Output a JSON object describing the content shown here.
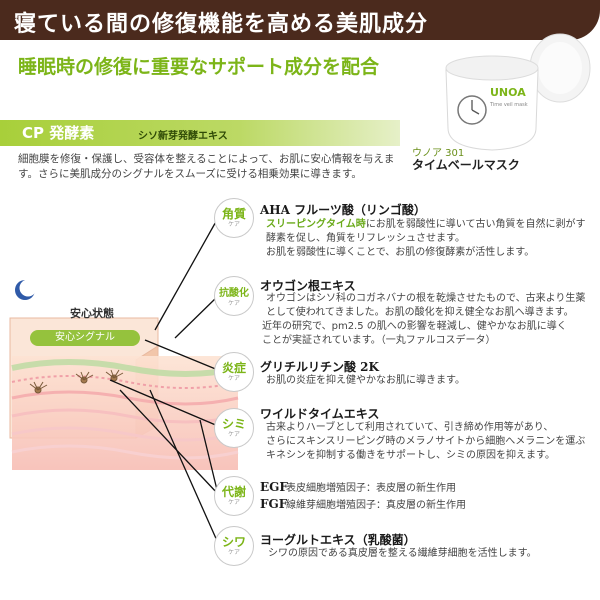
{
  "header": {
    "title": "寝ている間の修復機能を高める美肌成分"
  },
  "subtitle": "睡眠時の修復に重要なサポート成分を配合",
  "product": {
    "code": "ウノア 301",
    "name": "タイムベールマスク",
    "brand": "UNOA",
    "brand_sub": "Time veil mask"
  },
  "cp": {
    "title": "CP 発酵素",
    "subtitle": "シソ新芽発酵エキス",
    "description": "細胞膜を修復・保護し、受容体を整えることによって、お肌に安心情報を与えます。さらに美肌成分のシグナルをスムーズに受ける相乗効果に導きます。"
  },
  "diagram": {
    "state_label": "安心状態",
    "signal_label": "安心シグナル"
  },
  "care_items": [
    {
      "badge": "角質",
      "badge_sub": "ケア",
      "title": "AHA フルーツ酸（リンゴ酸）",
      "highlight": "スリーピングタイム時",
      "line1_rest": "にお肌を弱酸性に導いて古い角質を自然に剥がす",
      "line2": "酵素を促し、角質をリフレッシュさせます。",
      "line3": "お肌を弱酸性に導くことで、お肌の修復酵素が活性します。"
    },
    {
      "badge": "抗酸化",
      "badge_sub": "ケア",
      "title": "オウゴン根エキス",
      "lines": [
        "オウゴンはシソ科のコガネバナの根を乾燥させたもので、古来より生薬",
        "として使われてきました。お肌の酸化を抑え健全なお肌へ導きます。",
        "近年の研究で、pm2.5 の肌への影響を軽減し、健やかなお肌に導く",
        "ことが実証されています。（一丸ファルコスデータ）"
      ]
    },
    {
      "badge": "炎症",
      "badge_sub": "ケア",
      "title": "グリチルリチン酸 2K",
      "lines": [
        "お肌の炎症を抑え健やかなお肌に導きます。"
      ]
    },
    {
      "badge": "シミ",
      "badge_sub": "ケア",
      "title": "ワイルドタイムエキス",
      "lines": [
        "古来よりハーブとして利用されていて、引き締め作用等があり、",
        "さらにスキンスリーピング時のメラノサイトから細胞へメラニンを運ぶ",
        "キネシンを抑制する働きをサポートし、シミの原因を抑えます。"
      ]
    },
    {
      "badge": "代謝",
      "badge_sub": "ケア",
      "egf_label": "EGF",
      "egf_text": "表皮細胞増殖因子：表皮層の新生作用",
      "fgf_label": "FGF",
      "fgf_text": "線維芽細胞増殖因子：真皮層の新生作用"
    },
    {
      "badge": "シワ",
      "badge_sub": "ケア",
      "title": "ヨーグルトエキス（乳酸菌）",
      "lines": [
        "シワの原因である真皮層を整える繊維芽細胞を活性します。"
      ]
    }
  ],
  "colors": {
    "header_bg": "#4b2a1d",
    "accent_green": "#7cb518",
    "cp_band": "#a8cf3a"
  }
}
